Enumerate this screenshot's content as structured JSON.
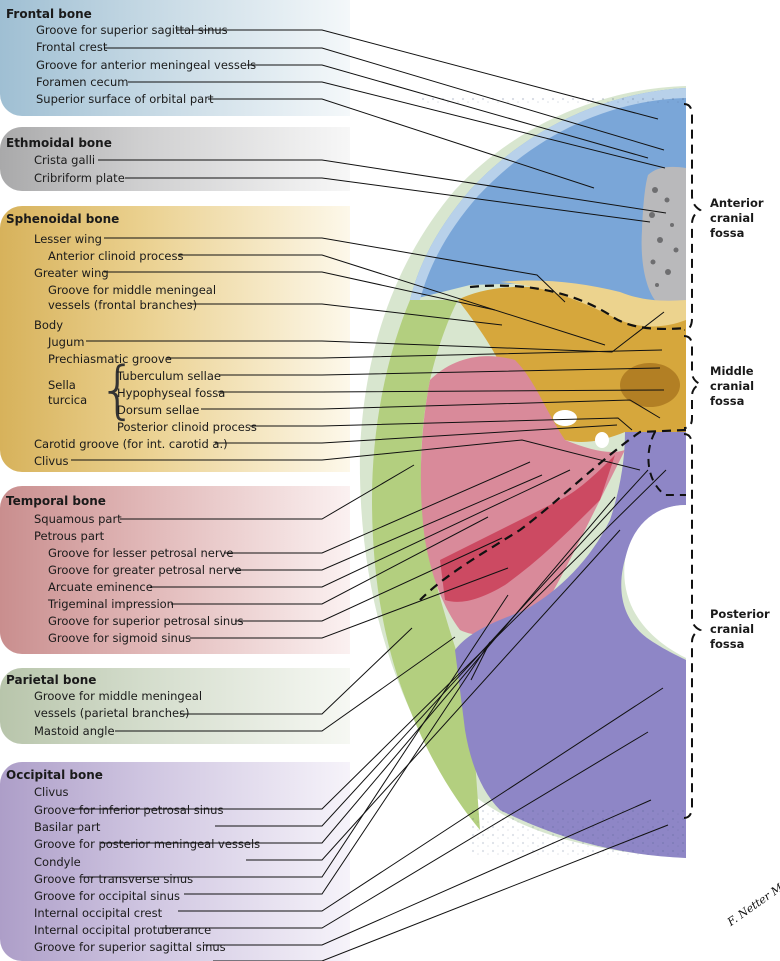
{
  "figure": {
    "type": "anatomical-illustration",
    "subject": "Cranial base, internal aspect (left half)",
    "colors": {
      "frontal": "#7aa6d8",
      "ethmoid": "#b9b9bb",
      "sphenoid": "#d6a73c",
      "temporal": "#d98a9a",
      "parietal": "#b3cf7f",
      "occipital": "#8e86c6"
    }
  },
  "groups": [
    {
      "title": "Frontal bone",
      "items": [
        "Groove for superior sagittal sinus",
        "Frontal crest",
        "Groove for anterior meningeal vessels",
        "Foramen cecum",
        "Superior surface of orbital part"
      ]
    },
    {
      "title": "Ethmoidal bone",
      "items": [
        "Crista galli",
        "Cribriform plate"
      ]
    },
    {
      "title": "Sphenoidal bone",
      "items": [
        "Lesser wing",
        "Anterior clinoid process",
        "Greater wing",
        "Groove for middle meningeal",
        "vessels (frontal branches)",
        "Body",
        "Jugum",
        "Prechiasmatic groove",
        "Tuberculum sellae",
        "Hypophyseal fossa",
        "Dorsum sellae",
        "Posterior clinoid process",
        "Carotid groove (for int. carotid a.)",
        "Clivus"
      ],
      "sella_label": "Sella\nturcica"
    },
    {
      "title": "Temporal bone",
      "items": [
        "Squamous part",
        "Petrous part",
        "Groove for lesser petrosal nerve",
        "Groove for greater petrosal nerve",
        "Arcuate eminence",
        "Trigeminal impression",
        "Groove for superior petrosal sinus",
        "Groove for sigmoid sinus"
      ]
    },
    {
      "title": "Parietal bone",
      "items": [
        "Groove for middle meningeal",
        "vessels (parietal branches)",
        "Mastoid angle"
      ]
    },
    {
      "title": "Occipital bone",
      "items": [
        "Clivus",
        "Groove for inferior petrosal sinus",
        "Basilar part",
        "Groove for posterior meningeal vessels",
        "Condyle",
        "Groove for transverse sinus",
        "Groove for occipital sinus",
        "Internal occipital crest",
        "Internal occipital protuberance",
        "Groove for superior sagittal sinus"
      ]
    }
  ],
  "fossae": [
    {
      "label": "Anterior\ncranial\nfossa"
    },
    {
      "label": "Middle\ncranial\nfossa"
    },
    {
      "label": "Posterior\ncranial\nfossa"
    }
  ],
  "signature": "F. Netter M.D."
}
